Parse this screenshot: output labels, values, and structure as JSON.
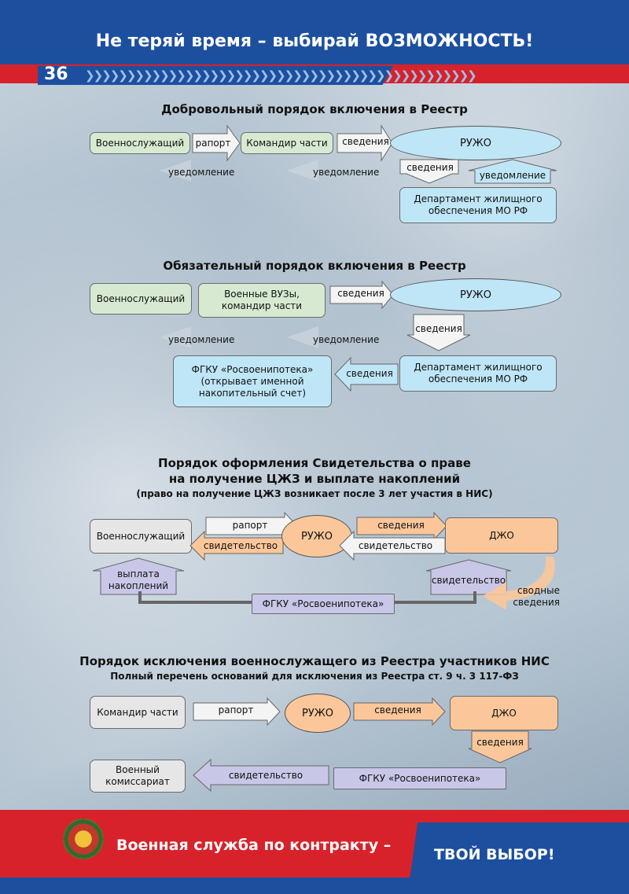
{
  "header": {
    "title": "Не теряй время – выбирай ВОЗМОЖНОСТЬ!",
    "page_number": "36"
  },
  "section1": {
    "title": "Добровольный порядок включения в Реестр",
    "serviceman": "Военнослужащий",
    "report": "рапорт",
    "commander": "Командир части",
    "info": "сведения",
    "ruzho": "РУЖО",
    "notice1": "уведомление",
    "notice2": "уведомление",
    "info_down": "сведения",
    "notice_up": "уведомление",
    "department": "Департамент жилищного обеспечения МО РФ"
  },
  "section2": {
    "title": "Обязательный порядок включения в Реестр",
    "serviceman": "Военнослужащий",
    "universities": "Военные ВУЗы, командир части",
    "info": "сведения",
    "ruzho": "РУЖО",
    "info_down": "сведения",
    "notice1": "уведомление",
    "notice2": "уведомление",
    "fgku": "ФГКУ «Росвоенипотека» (открывает именной накопительный счет)",
    "info_left": "сведения",
    "department": "Департамент жилищного обеспечения МО РФ"
  },
  "section3": {
    "title_line1": "Порядок оформления Свидетельства о праве",
    "title_line2": "на получение ЦЖЗ и выплате накоплений",
    "subtitle": "(право на получение ЦЖЗ возникает после 3 лет участия в НИС)",
    "serviceman": "Военнослужащий",
    "report": "рапорт",
    "certificate_left": "свидетельство",
    "ruzho": "РУЖО",
    "info": "сведения",
    "certificate_mid": "свидетельство",
    "djo": "ДЖО",
    "payout": "выплата накоплений",
    "certificate_up": "свидетельство",
    "summary": "сводные сведения",
    "fgku": "ФГКУ «Росвоенипотека»"
  },
  "section4": {
    "title": "Порядок исключения военнослужащего из Реестра участников НИС",
    "subtitle": "Полный перечень оснований для исключения из Реестра ст. 9 ч. 3 117-ФЗ",
    "commander": "Командир части",
    "report": "рапорт",
    "ruzho": "РУЖО",
    "info": "сведения",
    "djo": "ДЖО",
    "info_down": "сведения",
    "commissariat": "Военный комиссариат",
    "certificate": "свидетельство",
    "fgku": "ФГКУ «Росвоенипотека»"
  },
  "footer": {
    "slogan1": "Военная служба по контракту –",
    "slogan2": "ТВОЙ ВЫБОР!"
  }
}
